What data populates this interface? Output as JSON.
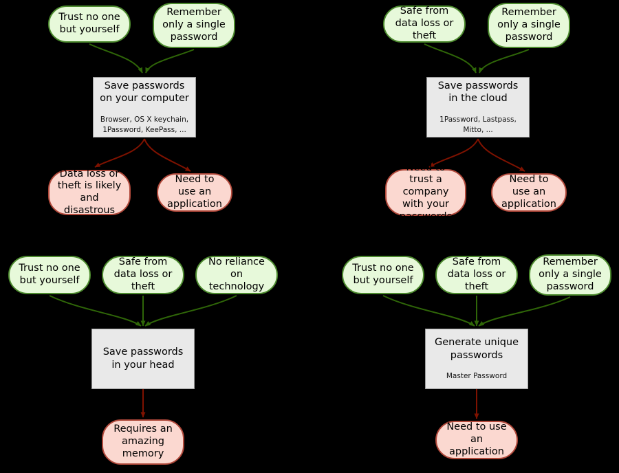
{
  "colors": {
    "background": "#000000",
    "pro_fill": "#e7f9da",
    "pro_border": "#4c8a2e",
    "con_fill": "#fbd8d0",
    "con_border": "#b0483a",
    "method_fill": "#e9e9e9",
    "method_border": "#9c9c9c",
    "arrow_pro": "#2f6608",
    "arrow_con": "#7f1200"
  },
  "diagrams": [
    {
      "name": "save-on-computer",
      "method": {
        "title": "Save passwords on your computer",
        "subtitle": "Browser, OS X keychain, 1Password, KeePass, ..."
      },
      "pros": [
        "Trust no one but yourself",
        "Remember only a single password"
      ],
      "cons": [
        "Data loss or theft is likely and disastrous",
        "Need to use an application"
      ]
    },
    {
      "name": "save-in-cloud",
      "method": {
        "title": "Save passwords in the cloud",
        "subtitle": "1Password, Lastpass, Mitto, ..."
      },
      "pros": [
        "Safe from data loss or theft",
        "Remember only a single password"
      ],
      "cons": [
        "Need to trust a company with your passwords",
        "Need to use an application"
      ]
    },
    {
      "name": "save-in-head",
      "method": {
        "title": "Save passwords in your head",
        "subtitle": ""
      },
      "pros": [
        "Trust no one but yourself",
        "Safe from data loss or theft",
        "No reliance on technology"
      ],
      "cons": [
        "Requires an amazing memory"
      ]
    },
    {
      "name": "generate-unique",
      "method": {
        "title": "Generate unique passwords",
        "subtitle": "Master Password"
      },
      "pros": [
        "Trust no one but yourself",
        "Safe from data loss or theft",
        "Remember only a single password"
      ],
      "cons": [
        "Need to use an application"
      ]
    }
  ]
}
